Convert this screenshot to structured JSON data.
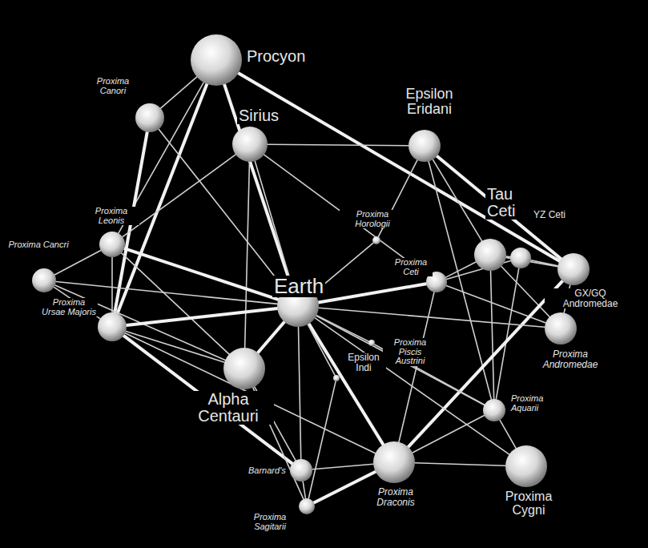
{
  "diagram": {
    "nodes": [
      {
        "text": [
          "Procyon"
        ]
      },
      {
        "text": [
          "Proxima Canori"
        ]
      },
      {
        "text": [
          "Sirius"
        ]
      },
      {
        "text": [
          "Epsilon Eridani"
        ]
      },
      {
        "text": [
          "Tau Ceti"
        ]
      },
      {
        "text": [
          "YZ Ceti"
        ]
      },
      {
        "text": [
          "Proxima Horologii"
        ]
      },
      {
        "text": [
          "Proxima Leonis"
        ]
      },
      {
        "text": [
          "Proxima Cancri"
        ]
      },
      {
        "text": [
          "Proxima Ceti"
        ]
      },
      {
        "text": [
          "GX/GQ Andromedae"
        ]
      },
      {
        "text": [
          "Earth"
        ]
      },
      {
        "text": [
          "Proxima Ursae Majoris"
        ]
      },
      {
        "text": [
          "Alpha Centauri"
        ]
      },
      {
        "text": [
          "Proxima Piscis Austrini"
        ]
      },
      {
        "text": [
          "Epsilon Indi"
        ]
      },
      {
        "text": [
          "Proxima Andromedae"
        ]
      },
      {
        "text": [
          "Proxima Aquarii"
        ]
      },
      {
        "text": [
          "Barnard's"
        ]
      },
      {
        "text": [
          "Proxima Sagitarii"
        ]
      },
      {
        "text": [
          "Proxima Draconis"
        ]
      },
      {
        "text": [
          "Proxima Cygni"
        ]
      }
    ],
    "edges": [
      {
        "from": 0,
        "to": 1,
        "arrow": "none"
      },
      {
        "from": 0,
        "to": 12,
        "arrow": "none"
      },
      {
        "from": 0,
        "to": 7,
        "arrow": "none"
      },
      {
        "from": 0,
        "to": 11,
        "arrow": "none"
      },
      {
        "from": 0,
        "to": 10,
        "arrow": "none"
      },
      {
        "from": 1,
        "to": 12,
        "arrow": "none"
      },
      {
        "from": 1,
        "to": 11,
        "arrow": "none"
      },
      {
        "from": 2,
        "to": 3,
        "arrow": "none"
      },
      {
        "from": 2,
        "to": 7,
        "arrow": "none"
      },
      {
        "from": 2,
        "to": 13,
        "arrow": "none"
      },
      {
        "from": 2,
        "to": 9,
        "arrow": "none"
      },
      {
        "from": 3,
        "to": 4,
        "arrow": "none"
      },
      {
        "from": 3,
        "to": 10,
        "arrow": "none"
      },
      {
        "from": 3,
        "to": 6,
        "arrow": "none"
      },
      {
        "from": 3,
        "to": 17,
        "arrow": "none"
      },
      {
        "from": 4,
        "to": 5,
        "arrow": "none"
      },
      {
        "from": 4,
        "to": 9,
        "arrow": "none"
      },
      {
        "from": 4,
        "to": 10,
        "arrow": "none"
      },
      {
        "from": 4,
        "to": 17,
        "arrow": "none"
      },
      {
        "from": 4,
        "to": 16,
        "arrow": "none"
      },
      {
        "from": 5,
        "to": 10,
        "arrow": "none"
      },
      {
        "from": 5,
        "to": 17,
        "arrow": "none"
      },
      {
        "from": 7,
        "to": 8,
        "arrow": "none"
      },
      {
        "from": 7,
        "to": 11,
        "arrow": "none"
      },
      {
        "from": 7,
        "to": 12,
        "arrow": "none"
      },
      {
        "from": 7,
        "to": 13,
        "arrow": "none"
      },
      {
        "from": 8,
        "to": 12,
        "arrow": "none"
      },
      {
        "from": 8,
        "to": 11,
        "arrow": "none"
      },
      {
        "from": 8,
        "to": 13,
        "arrow": "none"
      },
      {
        "from": 9,
        "to": 11,
        "arrow": "none"
      },
      {
        "from": 9,
        "to": 16,
        "arrow": "none"
      },
      {
        "from": 9,
        "to": 20,
        "arrow": "none"
      },
      {
        "from": 9,
        "to": 5,
        "arrow": "none"
      },
      {
        "from": 10,
        "to": 20,
        "arrow": "none"
      },
      {
        "from": 10,
        "to": 16,
        "arrow": "none"
      },
      {
        "from": 11,
        "to": 12,
        "arrow": "none"
      },
      {
        "from": 11,
        "to": 13,
        "arrow": "none"
      },
      {
        "from": 11,
        "to": 16,
        "arrow": "none"
      },
      {
        "from": 11,
        "to": 17,
        "arrow": "none"
      },
      {
        "from": 11,
        "to": 18,
        "arrow": "none"
      },
      {
        "from": 11,
        "to": 20,
        "arrow": "none"
      },
      {
        "from": 11,
        "to": 21,
        "arrow": "none"
      },
      {
        "from": 11,
        "to": 14,
        "arrow": "none"
      },
      {
        "from": 11,
        "to": 15,
        "arrow": "none"
      },
      {
        "from": 11,
        "to": 6,
        "arrow": "none"
      },
      {
        "from": 11,
        "to": 2,
        "arrow": "none"
      },
      {
        "from": 12,
        "to": 13,
        "arrow": "none"
      },
      {
        "from": 12,
        "to": 18,
        "arrow": "none"
      },
      {
        "from": 12,
        "to": 20,
        "arrow": "none"
      },
      {
        "from": 13,
        "to": 18,
        "arrow": "none"
      },
      {
        "from": 13,
        "to": 19,
        "arrow": "none"
      },
      {
        "from": 15,
        "to": 19,
        "arrow": "none"
      },
      {
        "from": 14,
        "to": 17,
        "arrow": "none"
      },
      {
        "from": 17,
        "to": 21,
        "arrow": "none"
      },
      {
        "from": 17,
        "to": 20,
        "arrow": "none"
      },
      {
        "from": 18,
        "to": 20,
        "arrow": "none"
      },
      {
        "from": 18,
        "to": 19,
        "arrow": "none"
      },
      {
        "from": 20,
        "to": 21,
        "arrow": "none"
      },
      {
        "from": 19,
        "to": 20,
        "arrow": "none"
      }
    ]
  }
}
